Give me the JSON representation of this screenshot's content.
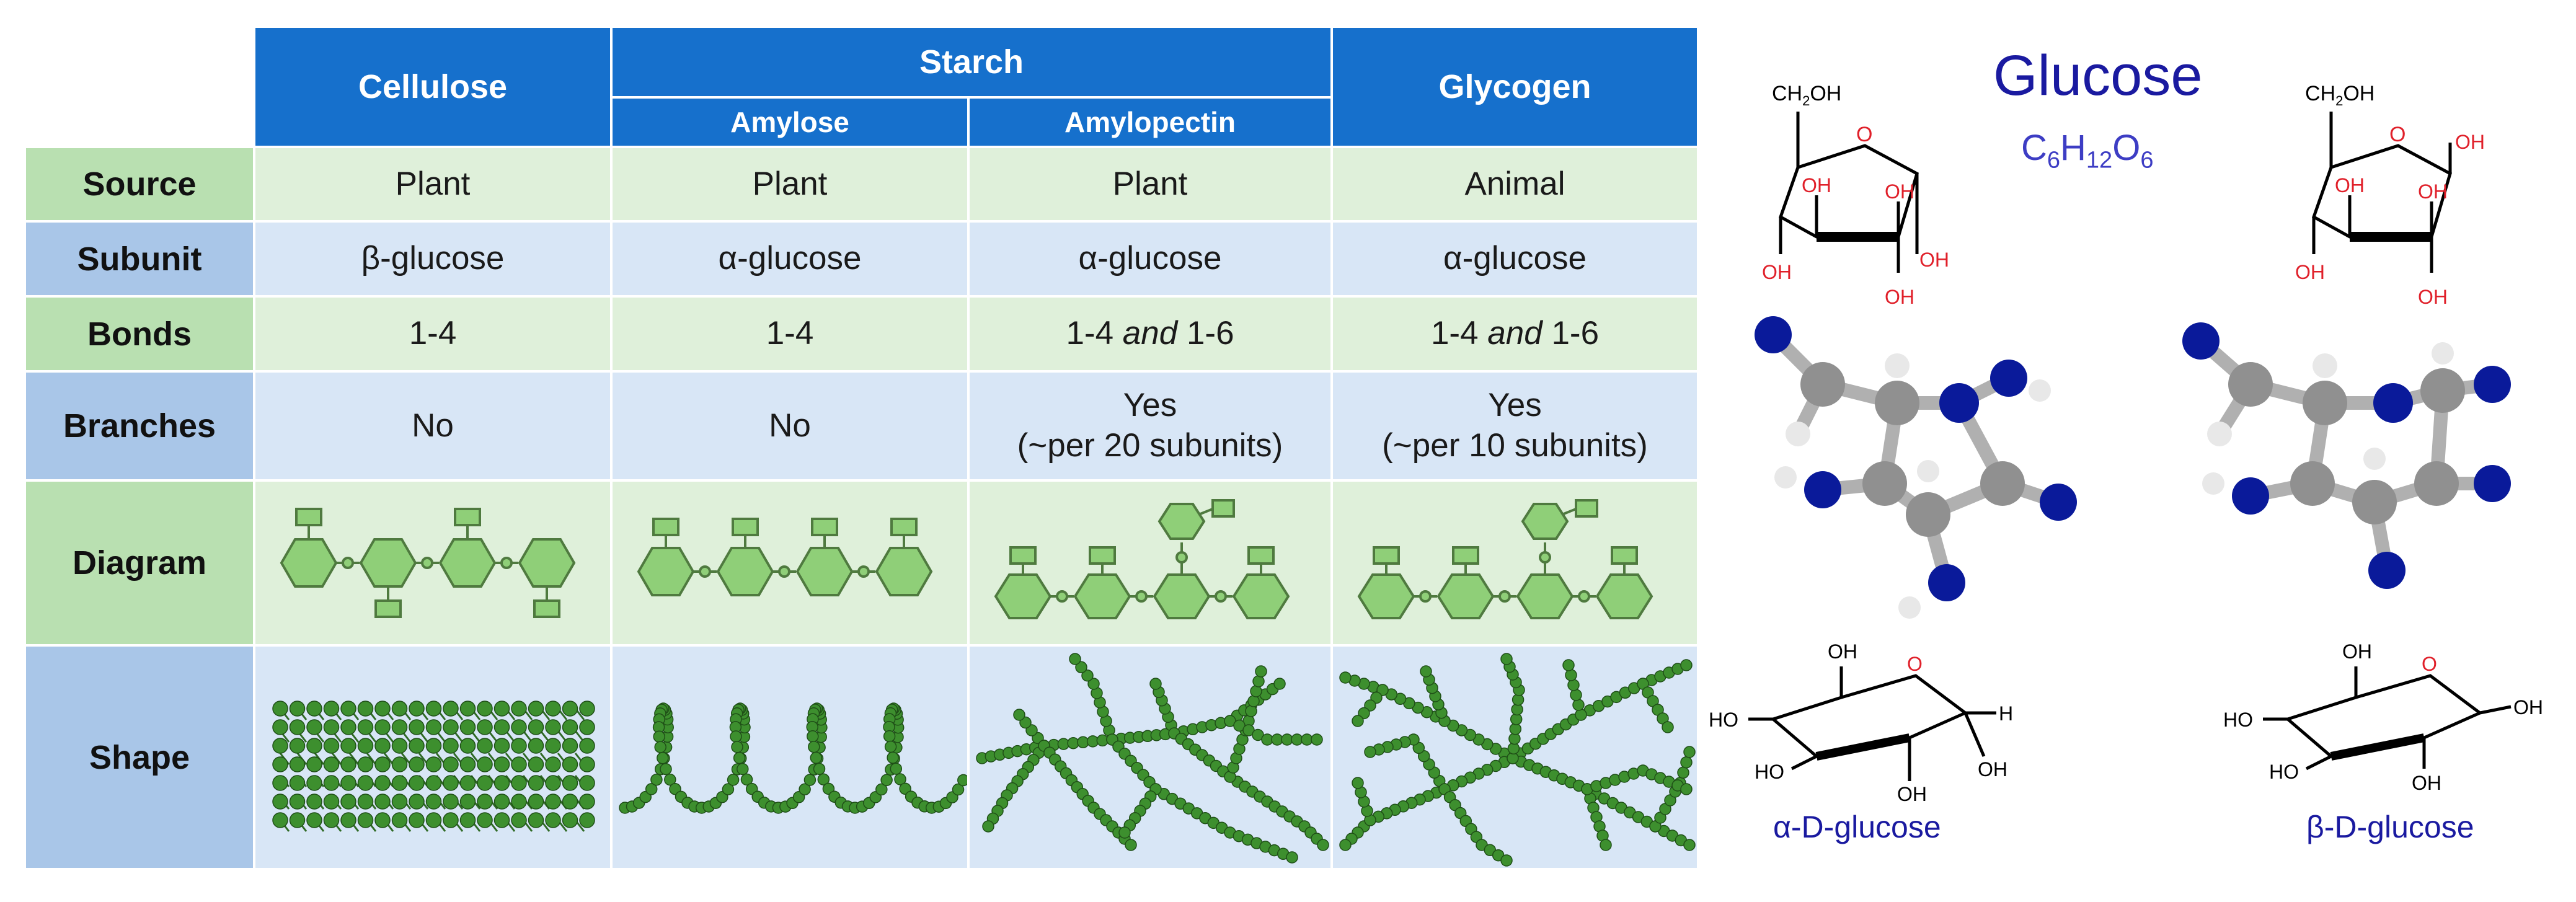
{
  "table": {
    "headers": {
      "cellulose": "Cellulose",
      "starch": "Starch",
      "glycogen": "Glycogen",
      "amylose": "Amylose",
      "amylopectin": "Amylopectin"
    },
    "rows": {
      "source": {
        "label": "Source",
        "cellulose": "Plant",
        "amylose": "Plant",
        "amylopectin": "Plant",
        "glycogen": "Animal"
      },
      "subunit": {
        "label": "Subunit",
        "cellulose": "β-glucose",
        "amylose": "α-glucose",
        "amylopectin": "α-glucose",
        "glycogen": "α-glucose"
      },
      "bonds": {
        "label": "Bonds",
        "cellulose": "1-4",
        "amylose": "1-4",
        "amylopectin": {
          "a": "1-4 ",
          "and": "and",
          "b": " 1-6"
        },
        "glycogen": {
          "a": "1-4 ",
          "and": "and",
          "b": " 1-6"
        }
      },
      "branches": {
        "label": "Branches",
        "cellulose": "No",
        "amylose": "No",
        "amylopectin": {
          "line1": "Yes",
          "line2": "(~per 20 subunits)"
        },
        "glycogen": {
          "line1": "Yes",
          "line2": "(~per 10 subunits)"
        }
      },
      "diagram": {
        "label": "Diagram"
      },
      "shape": {
        "label": "Shape"
      }
    }
  },
  "glucose": {
    "title": "Glucose",
    "formula": {
      "c": "C",
      "c_n": "6",
      "h": "H",
      "h_n": "12",
      "o": "O",
      "o_n": "6"
    },
    "labels": {
      "ch2oh": "CH",
      "ch2oh_sub": "2",
      "ch2oh_end": "OH",
      "oh": "OH",
      "ho": "HO",
      "o": "O"
    },
    "alpha_label": "α-D-glucose",
    "beta_label": "β-D-glucose"
  },
  "colors": {
    "header_blue": "#1670cc",
    "green_dark": "#b9e0b1",
    "green_light": "#dff0da",
    "blue_dark": "#a9c6e8",
    "blue_light": "#d8e6f6",
    "ring_fill": "#8fcf78",
    "bead": "#3d8f2e",
    "atom_blue": "#0a1a9a",
    "atom_grey": "#8c8c8c",
    "oxygen_red": "#e0202a"
  }
}
